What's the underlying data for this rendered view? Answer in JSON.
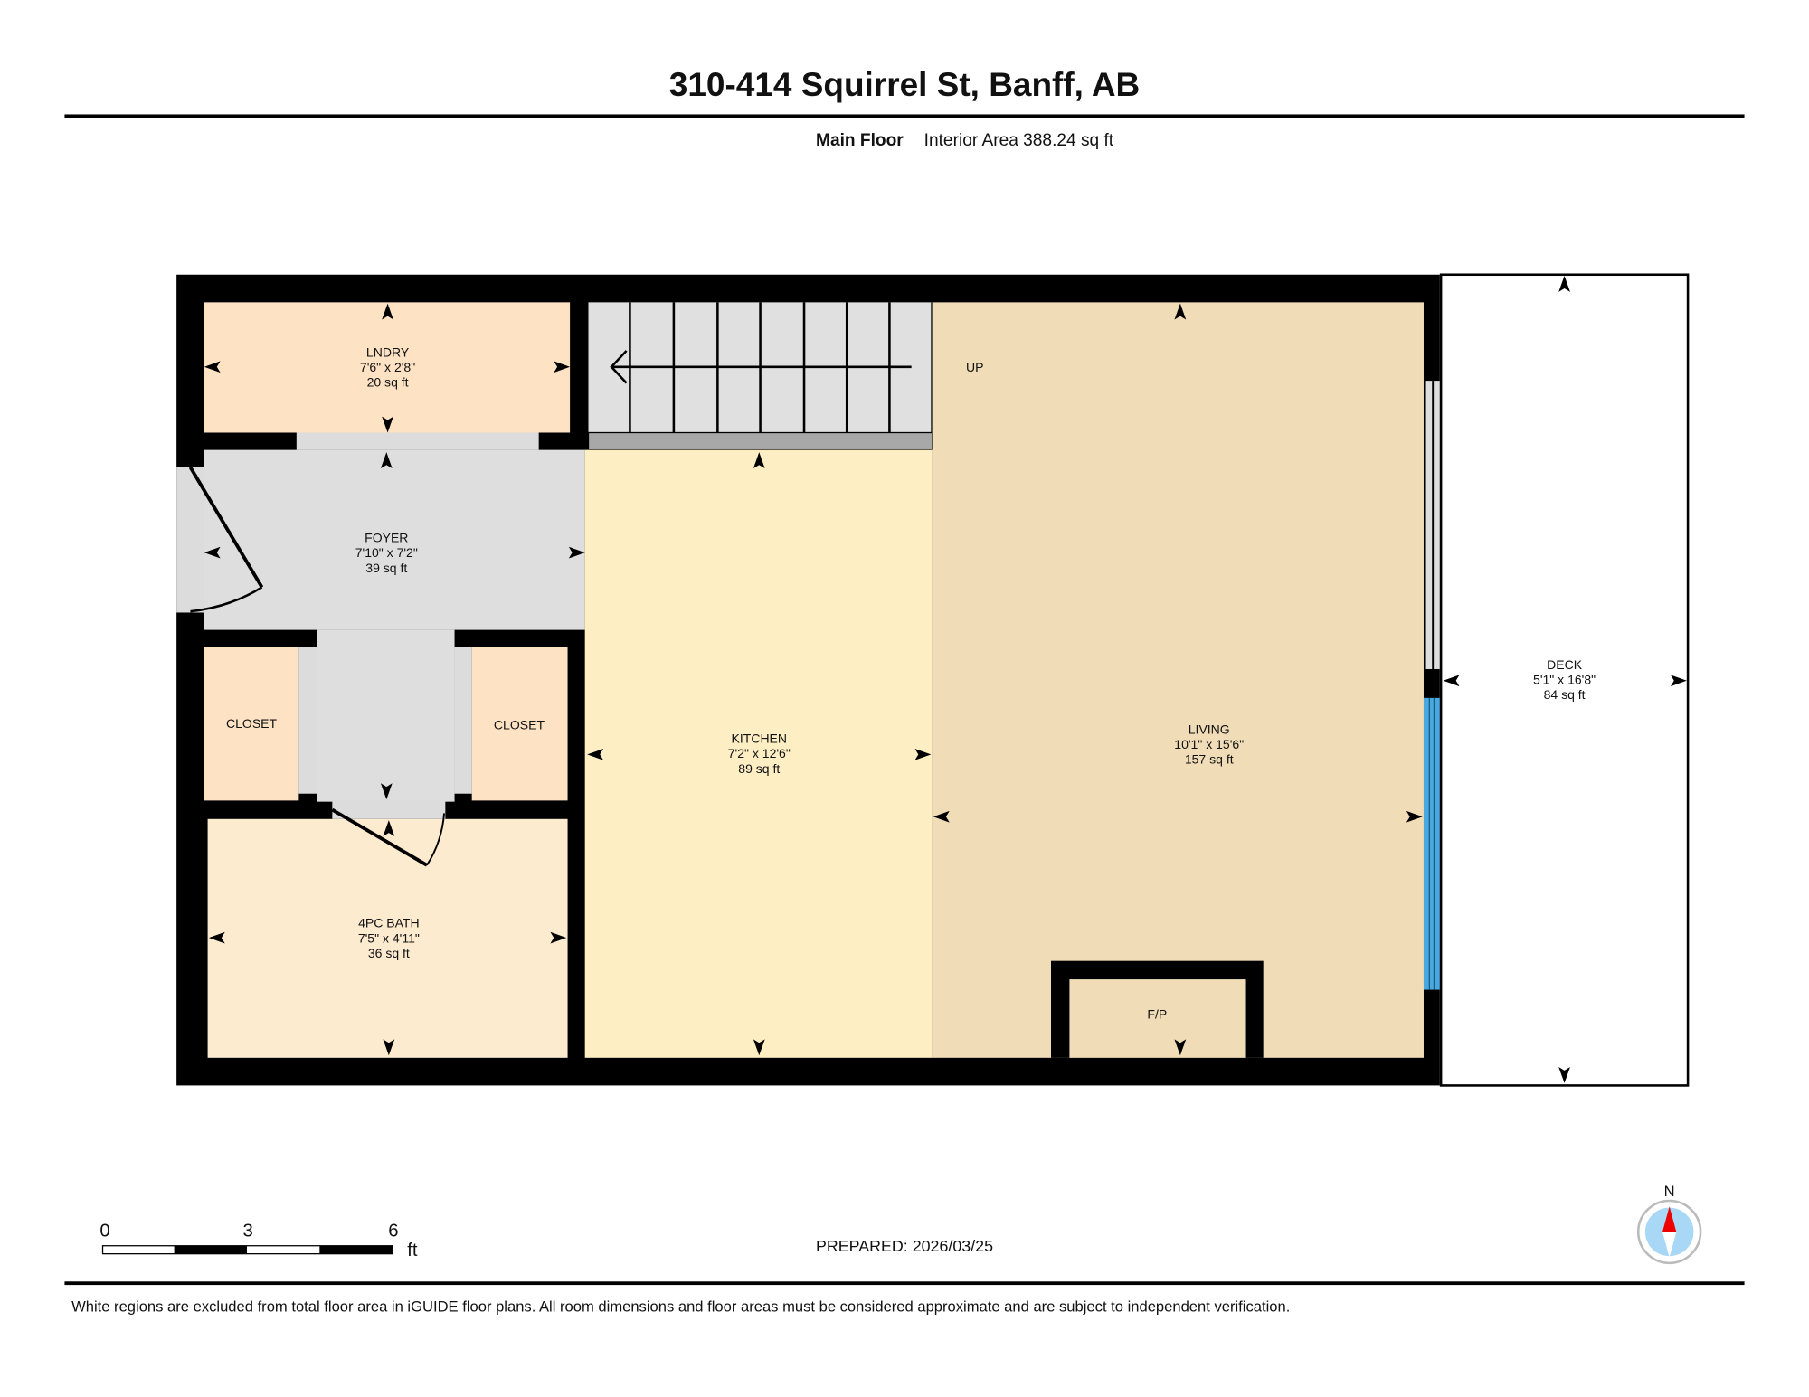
{
  "header": {
    "title": "310-414 Squirrel St, Banff, AB",
    "floor_name": "Main Floor",
    "interior_area": "Interior Area 388.24 sq ft"
  },
  "rooms": {
    "laundry": {
      "name": "LNDRY",
      "dims": "7'6\" x 2'8\"",
      "area": "20 sq ft"
    },
    "foyer": {
      "name": "FOYER",
      "dims": "7'10\" x 7'2\"",
      "area": "39 sq ft"
    },
    "closet_left": {
      "name": "CLOSET"
    },
    "closet_right": {
      "name": "CLOSET"
    },
    "bath": {
      "name": "4PC BATH",
      "dims": "7'5\" x 4'11\"",
      "area": "36 sq ft"
    },
    "kitchen": {
      "name": "KITCHEN",
      "dims": "7'2\" x 12'6\"",
      "area": "89 sq ft"
    },
    "living": {
      "name": "LIVING",
      "dims": "10'1\" x 15'6\"",
      "area": "157 sq ft"
    },
    "deck": {
      "name": "DECK",
      "dims": "5'1\" x 16'8\"",
      "area": "84 sq ft"
    },
    "fireplace": {
      "name": "F/P"
    },
    "stairs": {
      "label": "UP"
    }
  },
  "colors": {
    "laundry": "#fde3c4",
    "closet": "#fde3c4",
    "foyer": "#dedede",
    "bath": "#fdebd0",
    "kitchen": "#fdeec4",
    "living": "#f0dcb6",
    "window": "#4aa8e0",
    "wall": "#000000"
  },
  "footer": {
    "scale_labels": [
      "0",
      "3",
      "6"
    ],
    "scale_unit": "ft",
    "prepared": "PREPARED: 2026/03/25",
    "compass_label": "N",
    "disclaimer": "White regions are excluded from total floor area in iGUIDE floor plans. All room dimensions and floor areas must be considered approximate and are subject to independent verification."
  }
}
